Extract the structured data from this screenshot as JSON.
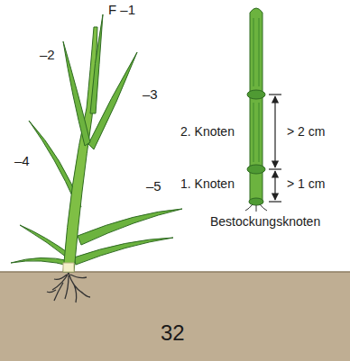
{
  "diagram": {
    "labels": [
      "F –1",
      "–2",
      "–3",
      "–4",
      "–5",
      "2. Knoten",
      "> 2 cm",
      "1. Knoten",
      "> 1 cm",
      "Bestockungsknoten",
      "32"
    ]
  }
}
